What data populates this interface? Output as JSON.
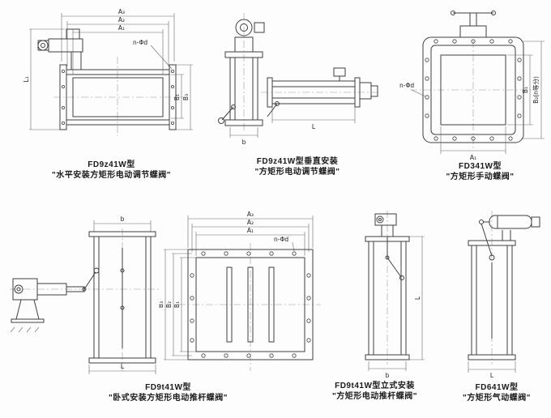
{
  "colors": {
    "line": "#3f3f3f",
    "dimension": "#6b6b6b",
    "background": "#fdfdfd"
  },
  "figures": {
    "fig1": {
      "caption1": "FD9z41W型",
      "caption2": "\"水平安装方矩形电动调节蝶阀\"",
      "dims": {
        "a1": "A₁",
        "a2": "A₂",
        "a3": "A₃",
        "b1": "B₁",
        "b3": "B₃",
        "l1": "L₁",
        "holes": "n-Φd"
      }
    },
    "fig2": {
      "caption1": "FD9z41W型垂直安装",
      "caption2": "\"方矩形电动调节蝶阀\"",
      "dims": {
        "b": "b",
        "l": "L"
      }
    },
    "fig3": {
      "caption1": "FD341W型",
      "caption2": "\"方矩形手动蝶阀\"",
      "dims": {
        "holes": "n-Φd",
        "b1": "B₁",
        "b2": "B₂(n等分)",
        "a1": "A₁"
      }
    },
    "fig4": {
      "caption1": "FD9t41W型",
      "caption2": "\"卧式安装方矩形电动推杆蝶阀\"",
      "dims": {
        "b": "b",
        "l": "L"
      }
    },
    "fig5": {
      "dims": {
        "a1": "A₁",
        "a2": "A₂",
        "a3": "A₃",
        "b1": "B₁",
        "b2": "B₂",
        "b3": "B₃",
        "holes": "n-Φd"
      }
    },
    "fig6": {
      "caption1": "FD9t41W型立式安装",
      "caption2": "\"方矩形电动推杆蝶阀\"",
      "dims": {
        "b": "b",
        "l": "L"
      }
    },
    "fig7": {
      "caption1": "FD641W型",
      "caption2": "\"方矩形气动蝶阀\"",
      "dims": {
        "l": "L"
      }
    }
  }
}
